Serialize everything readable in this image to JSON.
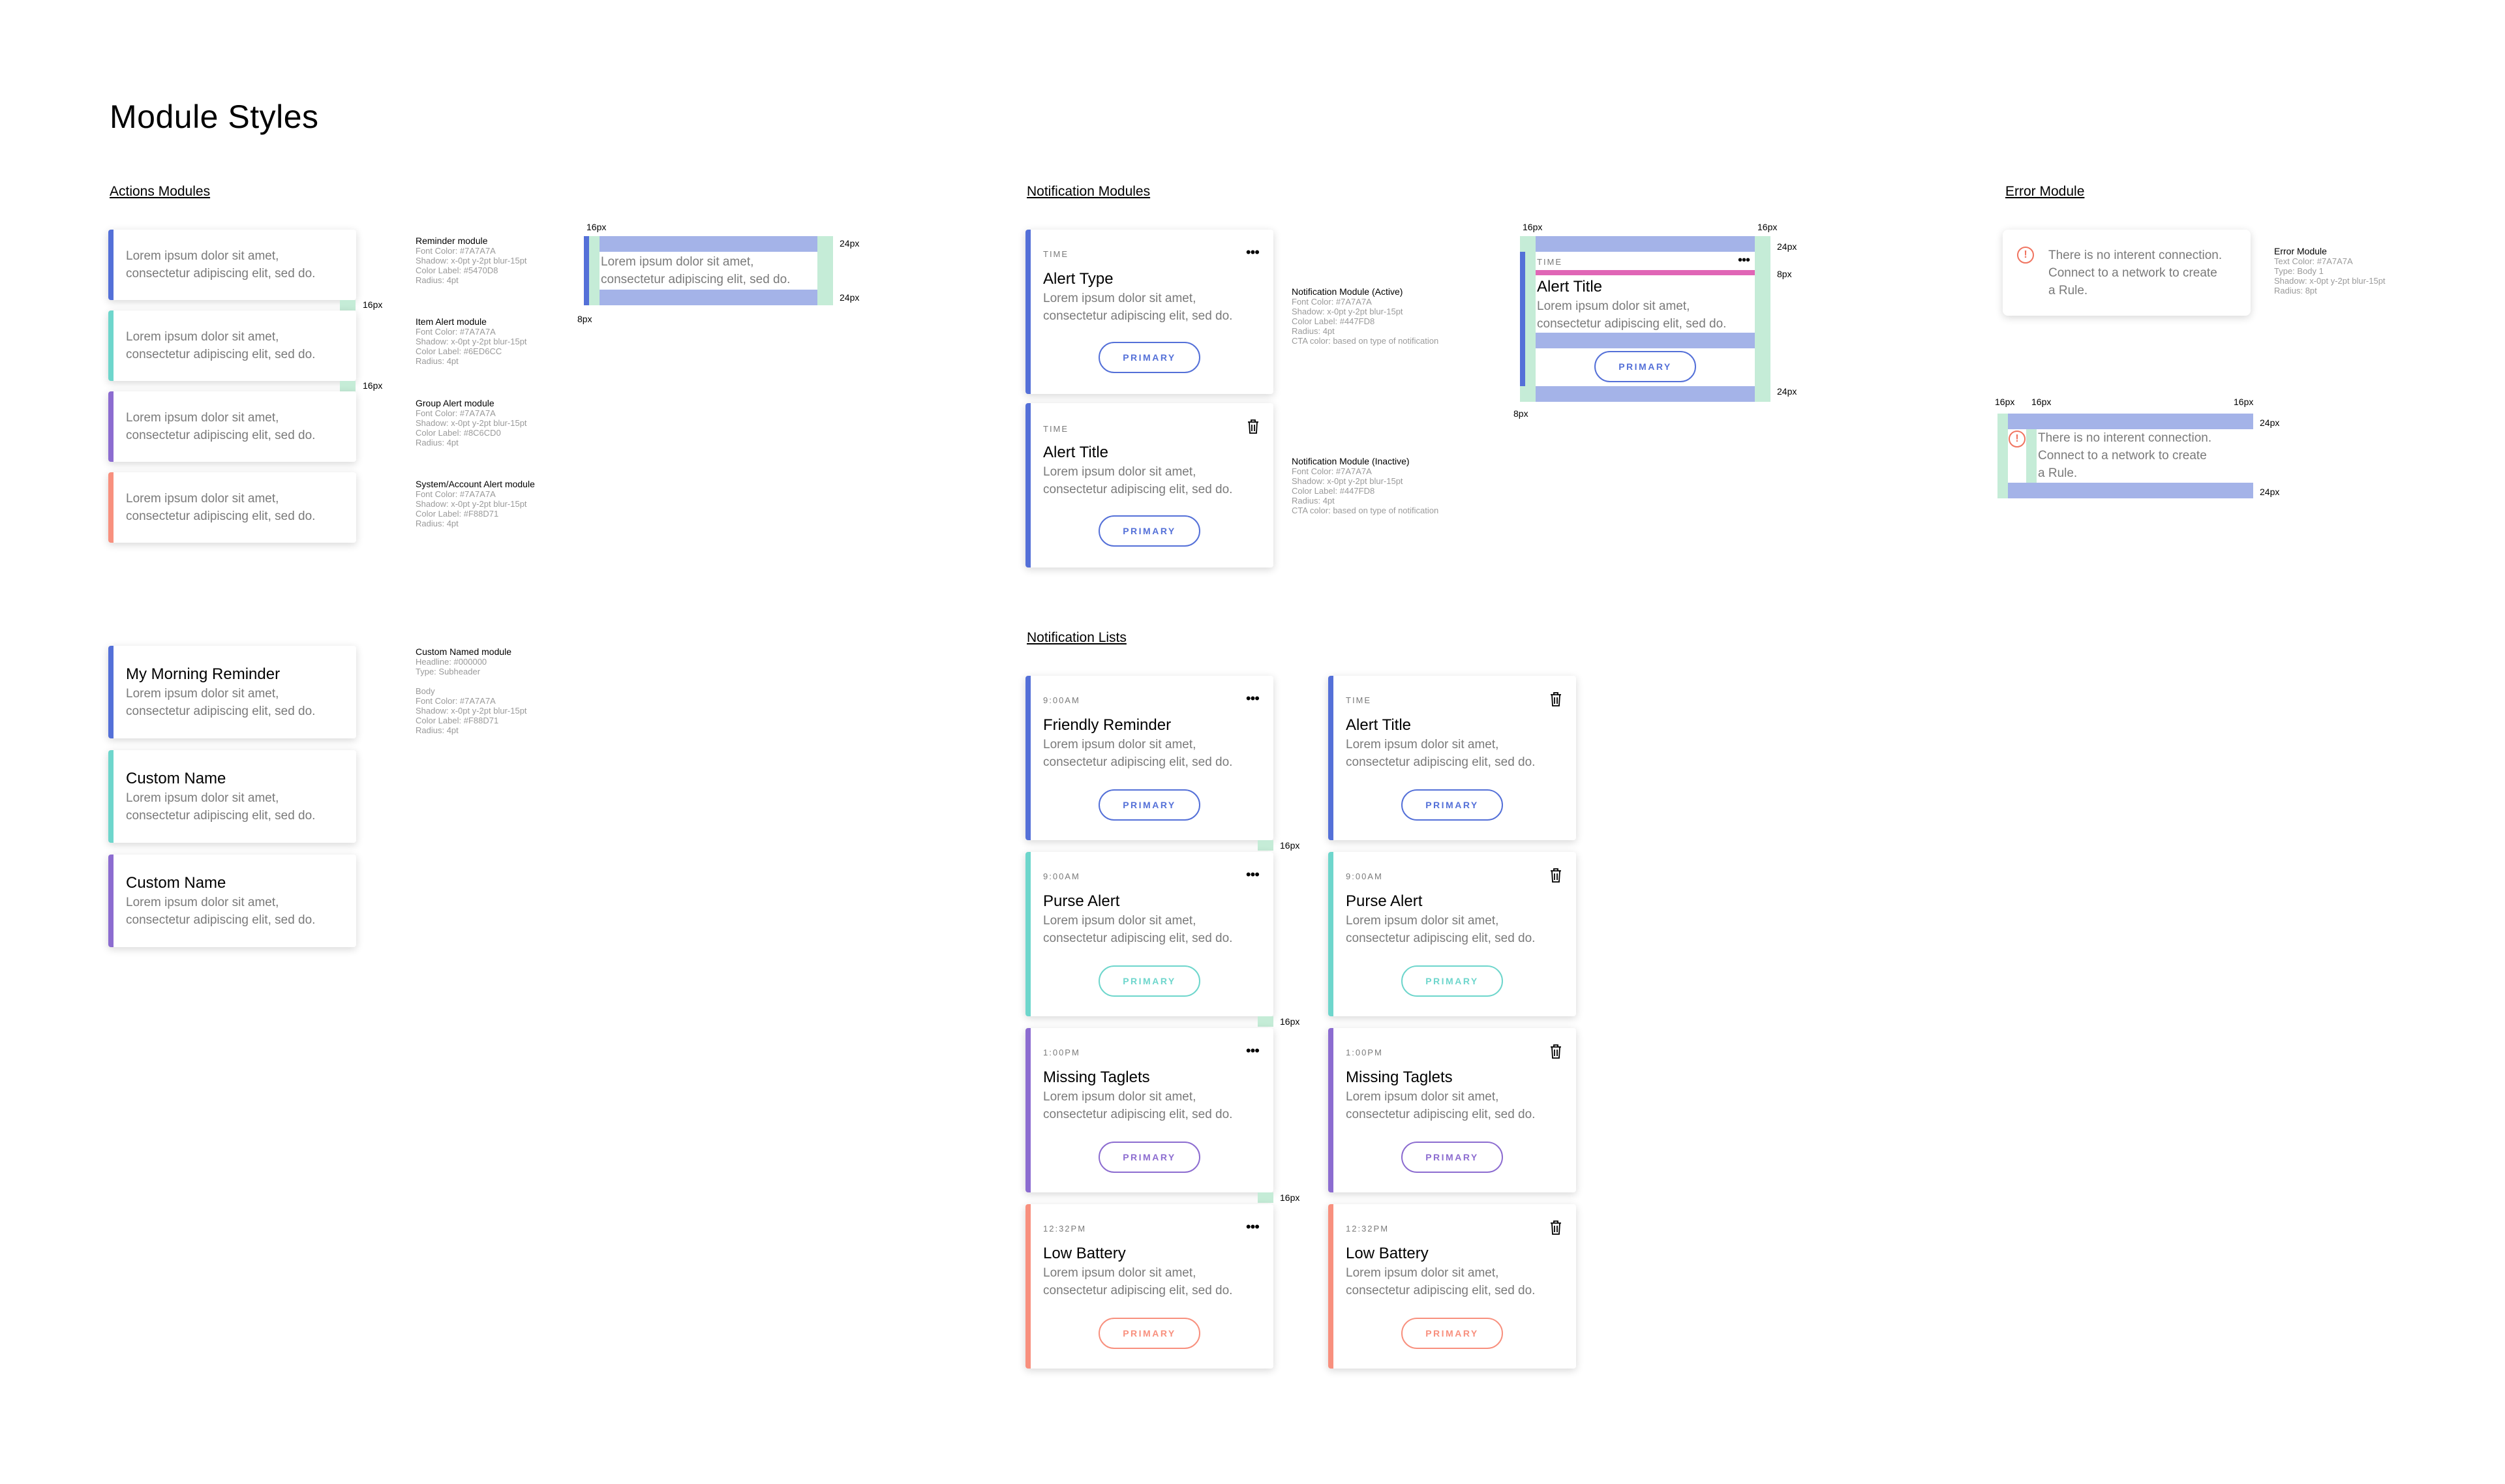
{
  "page": {
    "title": "Module Styles"
  },
  "colors": {
    "blue": "#5470D8",
    "teal": "#6ED6CC",
    "purple": "#8C6CD0",
    "orange": "#F8907E",
    "error": "#F07460",
    "measure_blue": "#A4B3E8",
    "measure_green": "#C5ECD7",
    "measure_pink": "#E066B6"
  },
  "sections": {
    "actions": "Actions Modules",
    "notification": "Notification Modules",
    "error": "Error Module",
    "lists": "Notification Lists"
  },
  "lorem": "Lorem ipsum dolor sit amet, consectetur adipiscing elit, sed do.",
  "lorem_l1": "Lorem ipsum dolor sit amet,",
  "lorem_l2": "consectetur adipiscing elit, sed do.",
  "actions": {
    "specs": [
      {
        "title": "Reminder module",
        "lines": [
          "Font Color: #7A7A7A",
          "Shadow: x-0pt y-2pt blur-15pt",
          "Color Label: #5470D8",
          "Radius: 4pt"
        ]
      },
      {
        "title": "Item Alert module",
        "lines": [
          "Font Color: #7A7A7A",
          "Shadow: x-0pt y-2pt blur-15pt",
          "Color Label: #6ED6CC",
          "Radius: 4pt"
        ]
      },
      {
        "title": "Group Alert module",
        "lines": [
          "Font Color: #7A7A7A",
          "Shadow: x-0pt y-2pt blur-15pt",
          "Color Label: #8C6CD0",
          "Radius: 4pt"
        ]
      },
      {
        "title": "System/Account Alert module",
        "lines": [
          "Font Color: #7A7A7A",
          "Shadow: x-0pt y-2pt blur-15pt",
          "Color Label: #F88D71",
          "Radius: 4pt"
        ]
      }
    ],
    "custom_spec": {
      "title": "Custom Named module",
      "lines": [
        "Headline: #000000",
        "Type: Subheader",
        "",
        "Body",
        "Font Color: #7A7A7A",
        "Shadow: x-0pt y-2pt blur-15pt",
        "Color Label: #F88D71",
        "Radius: 4pt"
      ]
    },
    "custom_cards": [
      {
        "title": "My Morning Reminder"
      },
      {
        "title": "Custom Name"
      },
      {
        "title": "Custom Name"
      }
    ]
  },
  "measures": {
    "m16": "16px",
    "m24": "24px",
    "m8": "8px"
  },
  "notification": {
    "active": {
      "time": "TIME",
      "title": "Alert Type",
      "cta": "PRIMARY"
    },
    "inactive": {
      "time": "TIME",
      "title": "Alert Title",
      "cta": "PRIMARY"
    },
    "spec_active": {
      "title": "Notification Module (Active)",
      "lines": [
        "Font Color: #7A7A7A",
        "Shadow: x-0pt y-2pt blur-15pt",
        "Color Label: #447FD8",
        "Radius: 4pt",
        "CTA color: based on type of notification"
      ]
    },
    "spec_inactive": {
      "title": "Notification Module (Inactive)",
      "lines": [
        "Font Color: #7A7A7A",
        "Shadow: x-0pt y-2pt blur-15pt",
        "Color Label: #447FD8",
        "Radius: 4pt",
        "CTA color: based on type of notification"
      ]
    },
    "measured": {
      "time": "TIME",
      "title": "Alert Title",
      "cta": "PRIMARY"
    }
  },
  "error": {
    "text_l1": "There is no interent connection.",
    "text_l2": "Connect to a network to create",
    "text_l3": "a Rule.",
    "spec": {
      "title": "Error Module",
      "lines": [
        "Text Color: #7A7A7A",
        "Type: Body 1",
        "Shadow: x-0pt y-2pt blur-15pt",
        "Radius: 8pt"
      ]
    }
  },
  "lists": {
    "left": [
      {
        "time": "9:00AM",
        "title": "Friendly Reminder",
        "cta": "PRIMARY"
      },
      {
        "time": "9:00AM",
        "title": "Purse Alert",
        "cta": "PRIMARY"
      },
      {
        "time": "1:00PM",
        "title": "Missing Taglets",
        "cta": "PRIMARY"
      },
      {
        "time": "12:32PM",
        "title": "Low Battery",
        "cta": "PRIMARY"
      }
    ],
    "right": [
      {
        "time": "TIME",
        "title": "Alert Title",
        "cta": "PRIMARY"
      },
      {
        "time": "9:00AM",
        "title": "Purse Alert",
        "cta": "PRIMARY"
      },
      {
        "time": "1:00PM",
        "title": "Missing Taglets",
        "cta": "PRIMARY"
      },
      {
        "time": "12:32PM",
        "title": "Low Battery",
        "cta": "PRIMARY"
      }
    ]
  }
}
